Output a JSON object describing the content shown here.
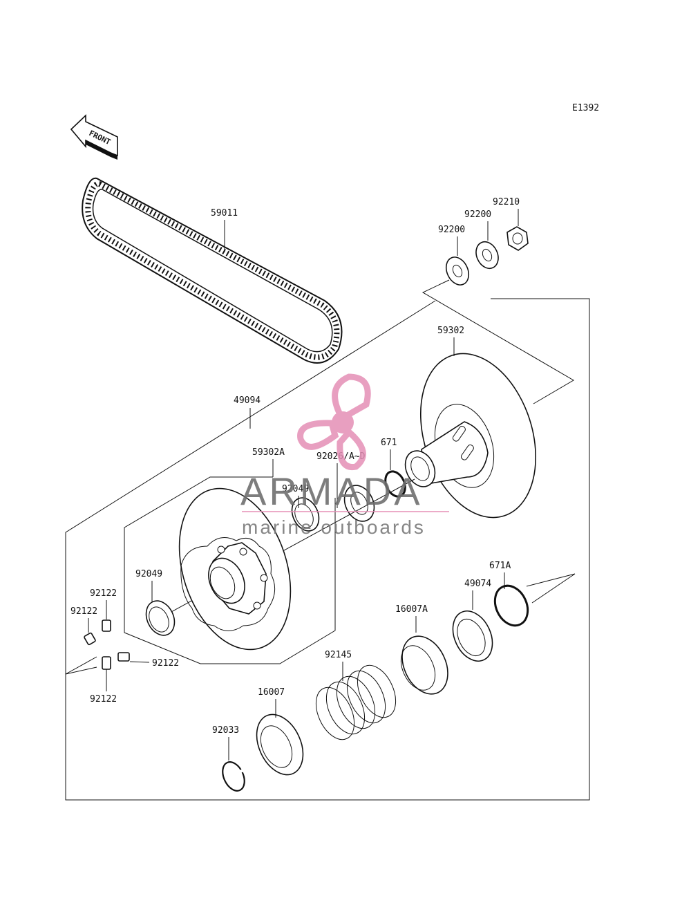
{
  "diagram_code": "E1392",
  "front_label": "FRONT",
  "watermark": {
    "brand": "ARMADA",
    "tagline": "marine outboards",
    "color": "#e58fb6"
  },
  "parts": {
    "p59011": "59011",
    "p92210": "92210",
    "p92200a": "92200",
    "p92200b": "92200",
    "p59302": "59302",
    "p49094": "49094",
    "p59302A": "59302A",
    "p671": "671",
    "p92026": "92026/A~D",
    "p92049a": "92049",
    "p92049b": "92049",
    "p92122a": "92122",
    "p92122b": "92122",
    "p92122c": "92122",
    "p92122d": "92122",
    "p671A": "671A",
    "p49074": "49074",
    "p16007A": "16007A",
    "p92145": "92145",
    "p16007": "16007",
    "p92033": "92033"
  }
}
